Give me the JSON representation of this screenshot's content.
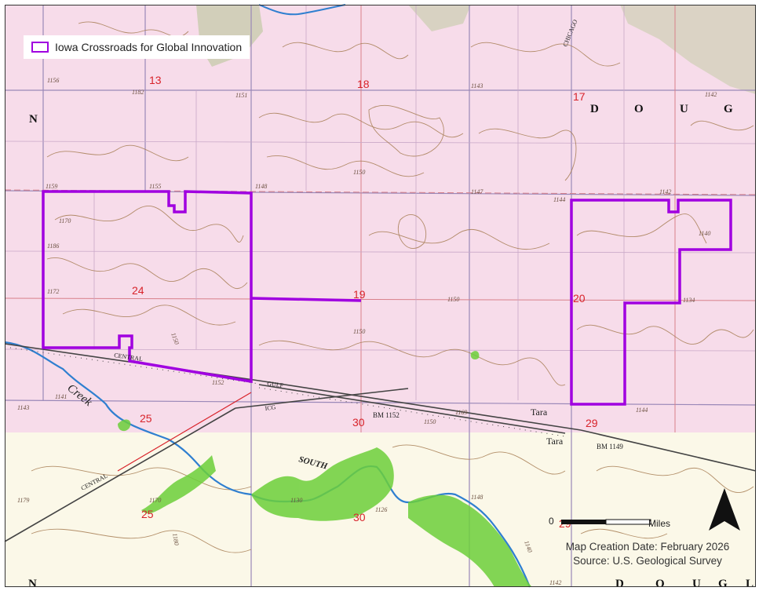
{
  "legend": {
    "label": "Iowa Crossroads for Global Innovation",
    "outline_color": "#a000e0"
  },
  "credits": {
    "creation_date": "Map Creation Date: February 2026",
    "source": "Source: U.S. Geological Survey"
  },
  "scale_bar": {
    "zero_label": "0",
    "unit_label": "Miles"
  },
  "north_arrow": {
    "icon": "north-arrow-icon"
  },
  "map_labels": {
    "section_numbers": [
      "13",
      "18",
      "17",
      "24",
      "19",
      "20",
      "25",
      "30",
      "29",
      "25",
      "30",
      "29"
    ],
    "township_letters_top": [
      "D",
      "O",
      "U",
      "G"
    ],
    "township_letters_bottom": [
      "D",
      "O",
      "U",
      "G",
      "L"
    ],
    "left_letter": "N",
    "place_name": "Tara",
    "benchmark_1": "BM 1152",
    "benchmark_2": "BM 1149",
    "creek_name": "Creek",
    "river_name": "SOUTH",
    "railroad_1": "CENTRAL",
    "railroad_2": "GULF",
    "railroad_3": "ICG",
    "railroad_4": "CHICAGO",
    "elevations": [
      "1156",
      "1182",
      "1151",
      "1143",
      "1142",
      "1159",
      "1155",
      "1148",
      "1147",
      "1144",
      "1142",
      "1170",
      "1186",
      "1172",
      "1150",
      "1150",
      "1134",
      "1140",
      "1143",
      "1141",
      "1152",
      "1169",
      "1144",
      "1179",
      "1170",
      "1130",
      "1148",
      "1126",
      "1142",
      "1150",
      "1180",
      "1140",
      "1150",
      "1150"
    ]
  },
  "colors": {
    "urban_tint": "#f6d8e8",
    "rural_tint": "#fbf7e6",
    "woodland": "#6ccf3a",
    "water": "#2f7fd0",
    "contour": "#a67c52",
    "section_red": "#d8232a",
    "grid_line": "#8a7fa8"
  }
}
